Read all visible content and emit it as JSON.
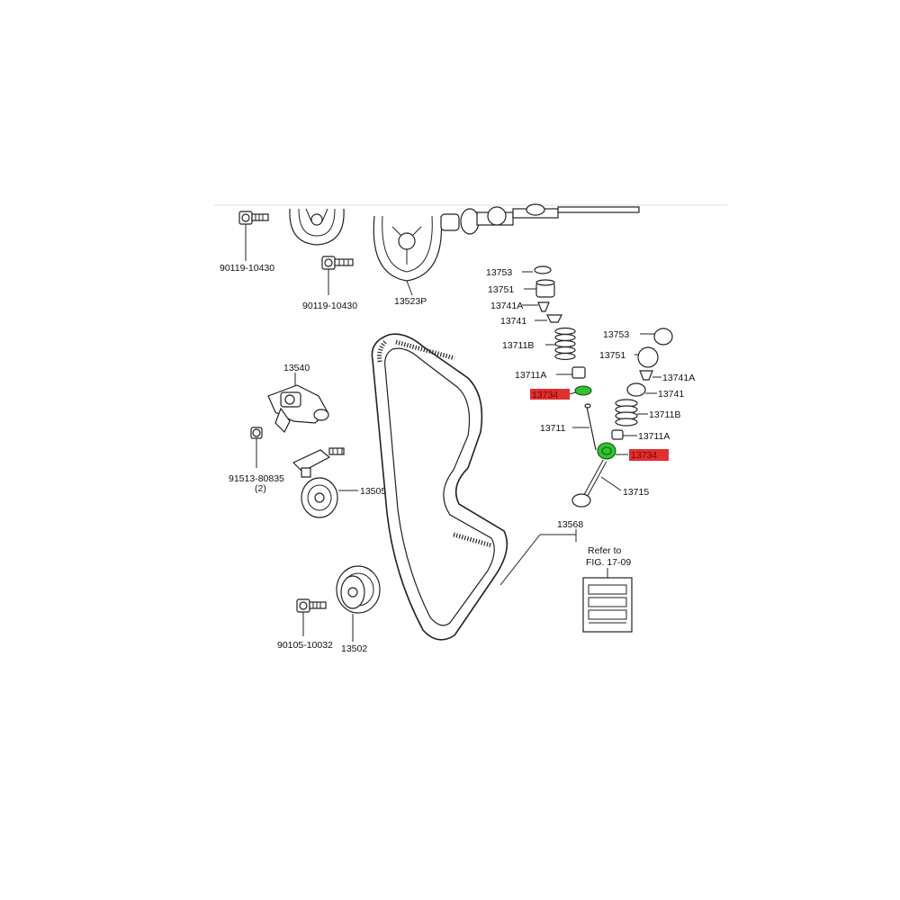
{
  "labels": {
    "bolt_top_left": "90119-10430",
    "bolt_top_mid": "90119-10430",
    "cam_pulley": "13523P",
    "retainer_left": "13753",
    "lifter_left": "13751",
    "keeper_left": "13741A",
    "seat_left": "13741",
    "spring_left": "13711B",
    "spring_seat_left": "13711A",
    "seal_left": "13734",
    "valve_left": "13711",
    "retainer_right": "13753",
    "lifter_right": "13751",
    "keeper_right": "13741A",
    "seat_right": "13741",
    "spring_right": "13711B",
    "spring_seat_right": "13711A",
    "seal_right": "13734",
    "valve_right": "13715",
    "tensioner": "13540",
    "bolt_tensioner": "91513-80835",
    "bolt_tensioner_qty": "(2)",
    "idler_upper": "13505",
    "belt": "13568",
    "refer_line1": "Refer to",
    "refer_line2": "FIG. 17-09",
    "bolt_idler": "90105-10032",
    "idler_lower": "13502"
  },
  "highlight": {
    "seal_color": "#2fc42f",
    "label_color": "#e03030"
  }
}
